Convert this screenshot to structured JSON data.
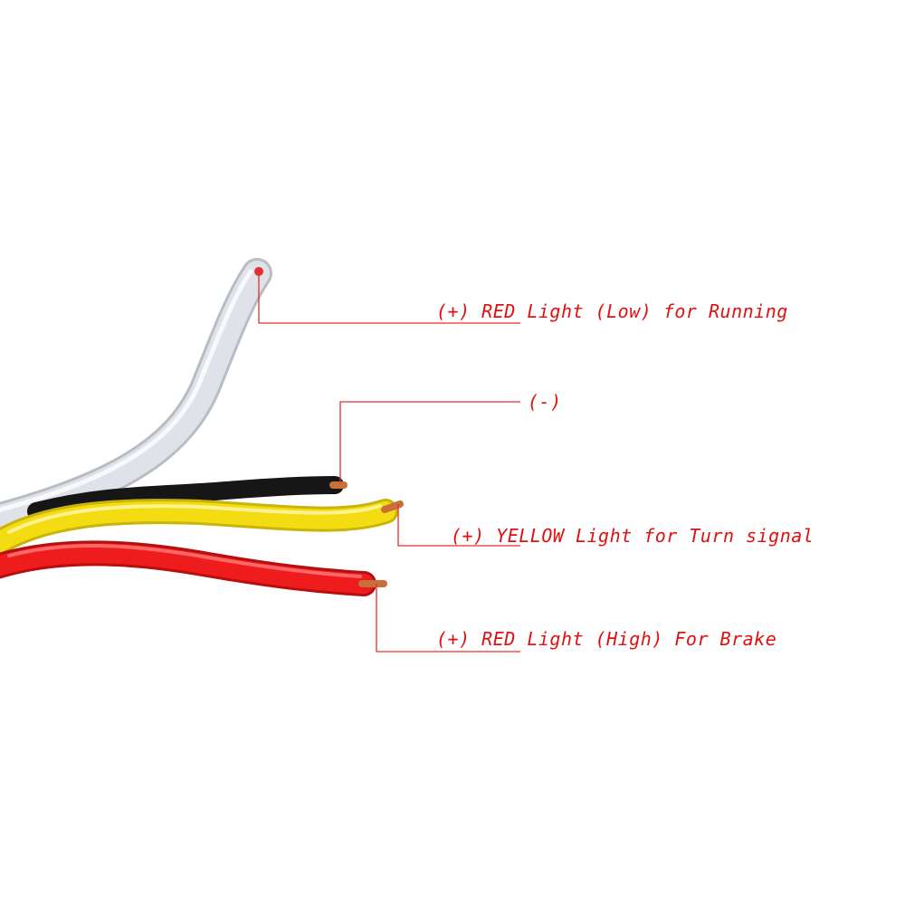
{
  "colors": {
    "label_text": "#e01010",
    "leader_line": "#e03030",
    "wire_white": "#dfe2e8",
    "wire_white_edge": "#b8bcc4",
    "wire_black": "#161616",
    "wire_yellow": "#f3dc12",
    "wire_yellow_edge": "#c9b40a",
    "wire_red": "#ee1c1c",
    "wire_red_edge": "#b70f0f",
    "copper": "#c9703a",
    "background": "#ffffff"
  },
  "labels": {
    "running": "(+) RED Light (Low) for Running",
    "negative": "(-)",
    "turn": "(+) YELLOW Light for Turn signal",
    "brake": "(+) RED Light (High) For Brake"
  }
}
